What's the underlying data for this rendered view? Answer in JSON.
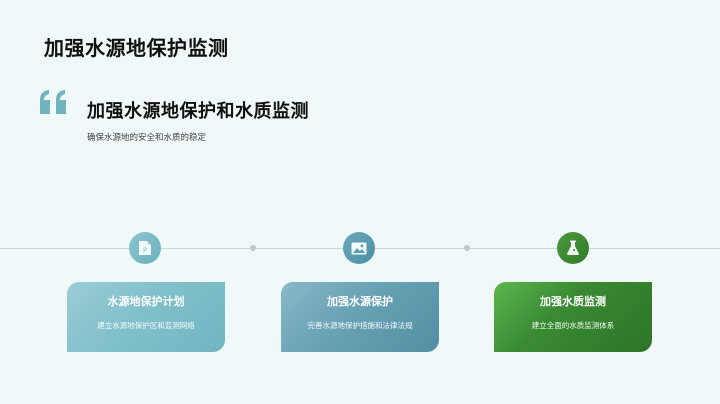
{
  "page": {
    "title": "加强水源地保护监测"
  },
  "quote": {
    "icon": "quote-icon",
    "heading": "加强水源地保护和水质监测",
    "subtitle": "确保水源地的安全和水质的稳定"
  },
  "timeline": {
    "nodes": [
      {
        "icon": "document-icon",
        "color": "#7bbcc7"
      },
      {
        "icon": "image-icon",
        "color": "#5a9bb0"
      },
      {
        "icon": "flask-icon",
        "color": "#3a8a33"
      }
    ],
    "cards": [
      {
        "title": "水源地保护计划",
        "desc": "建立水源地保护区和监测网络"
      },
      {
        "title": "加强水源保护",
        "desc": "完善水源地保护措施和法律法规"
      },
      {
        "title": "加强水质监测",
        "desc": "建立全面的水质监测体系"
      }
    ]
  },
  "colors": {
    "background": "#f1f8f9",
    "accent_teal": "#7bbcc7",
    "accent_blue": "#5a9bb0",
    "accent_green": "#3a8a33"
  }
}
